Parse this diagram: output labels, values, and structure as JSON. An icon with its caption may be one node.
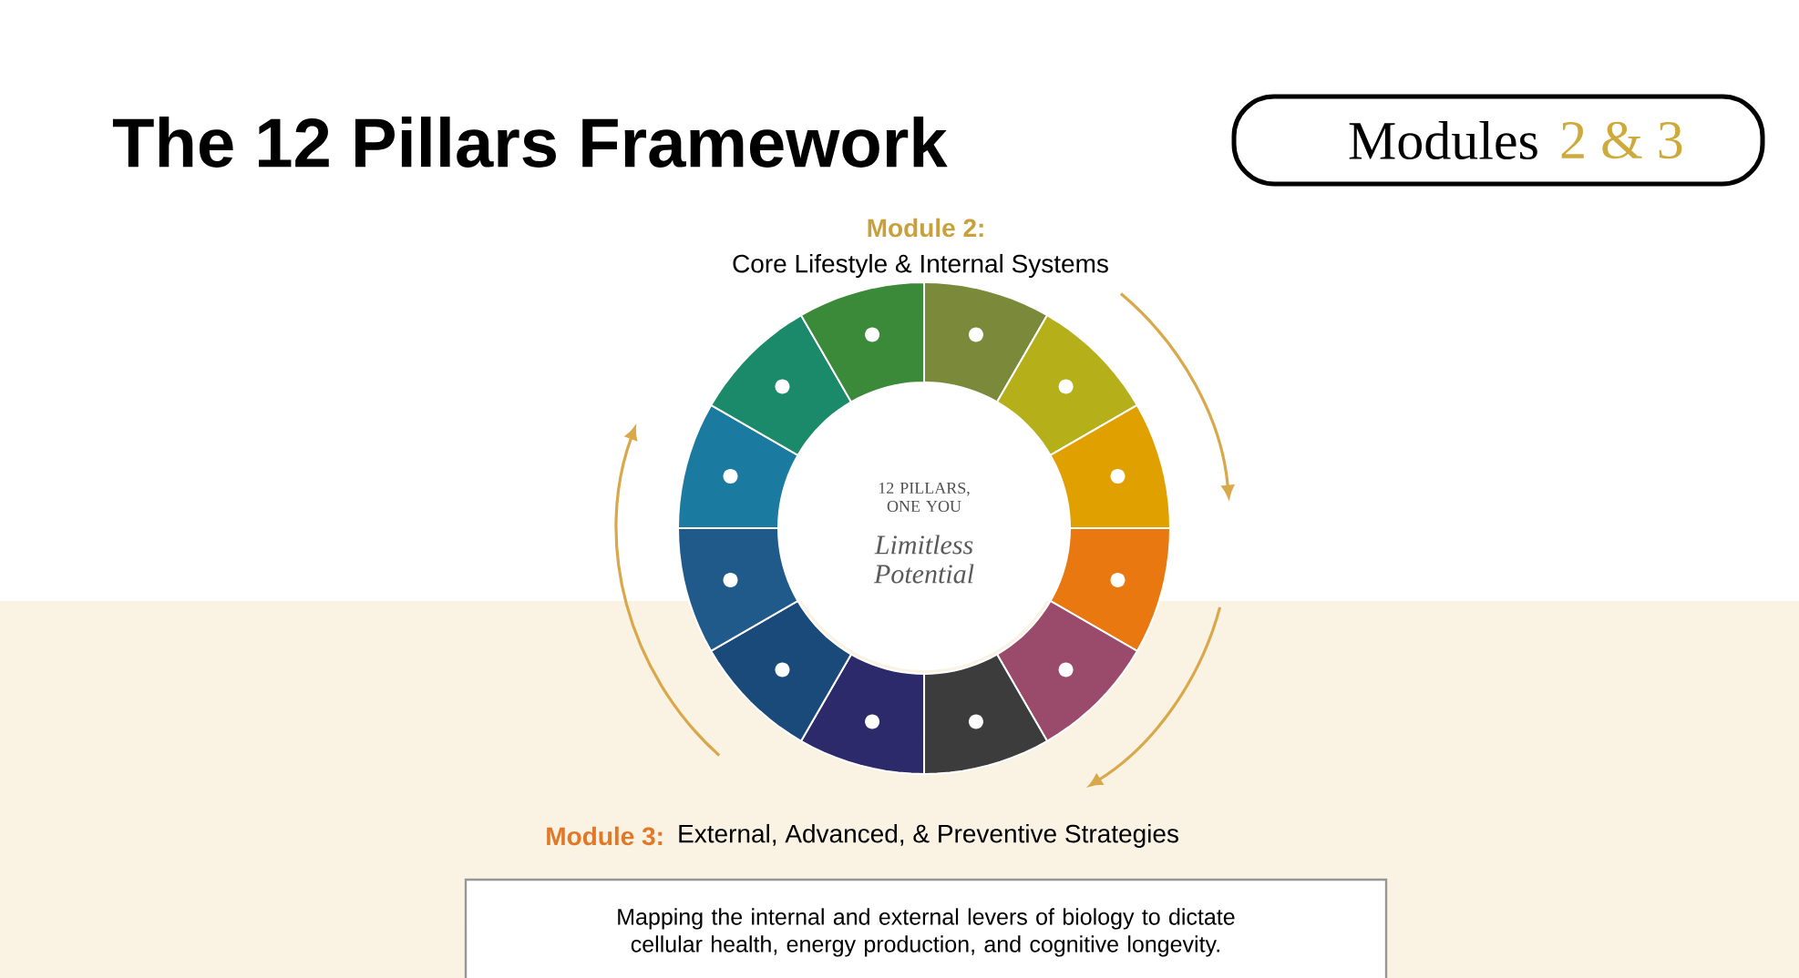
{
  "diagram": {
    "title": "The 12 Pillars Framework",
    "nodes": [
      {
        "text": [
          "Modules",
          "2 & 3"
        ]
      },
      {
        "text": [
          "12 PILLARS, ONE YOU",
          "Limitless Potential"
        ]
      },
      {
        "text": [
          "Mapping the internal and external levers of biology to dictate cellular health, energy production, and cognitive longevity."
        ]
      }
    ],
    "labels": [
      "Module 2:",
      "Core Lifestyle & Internal Systems",
      "Module 3:",
      "External, Advanced, & Preventive Strategies"
    ]
  }
}
